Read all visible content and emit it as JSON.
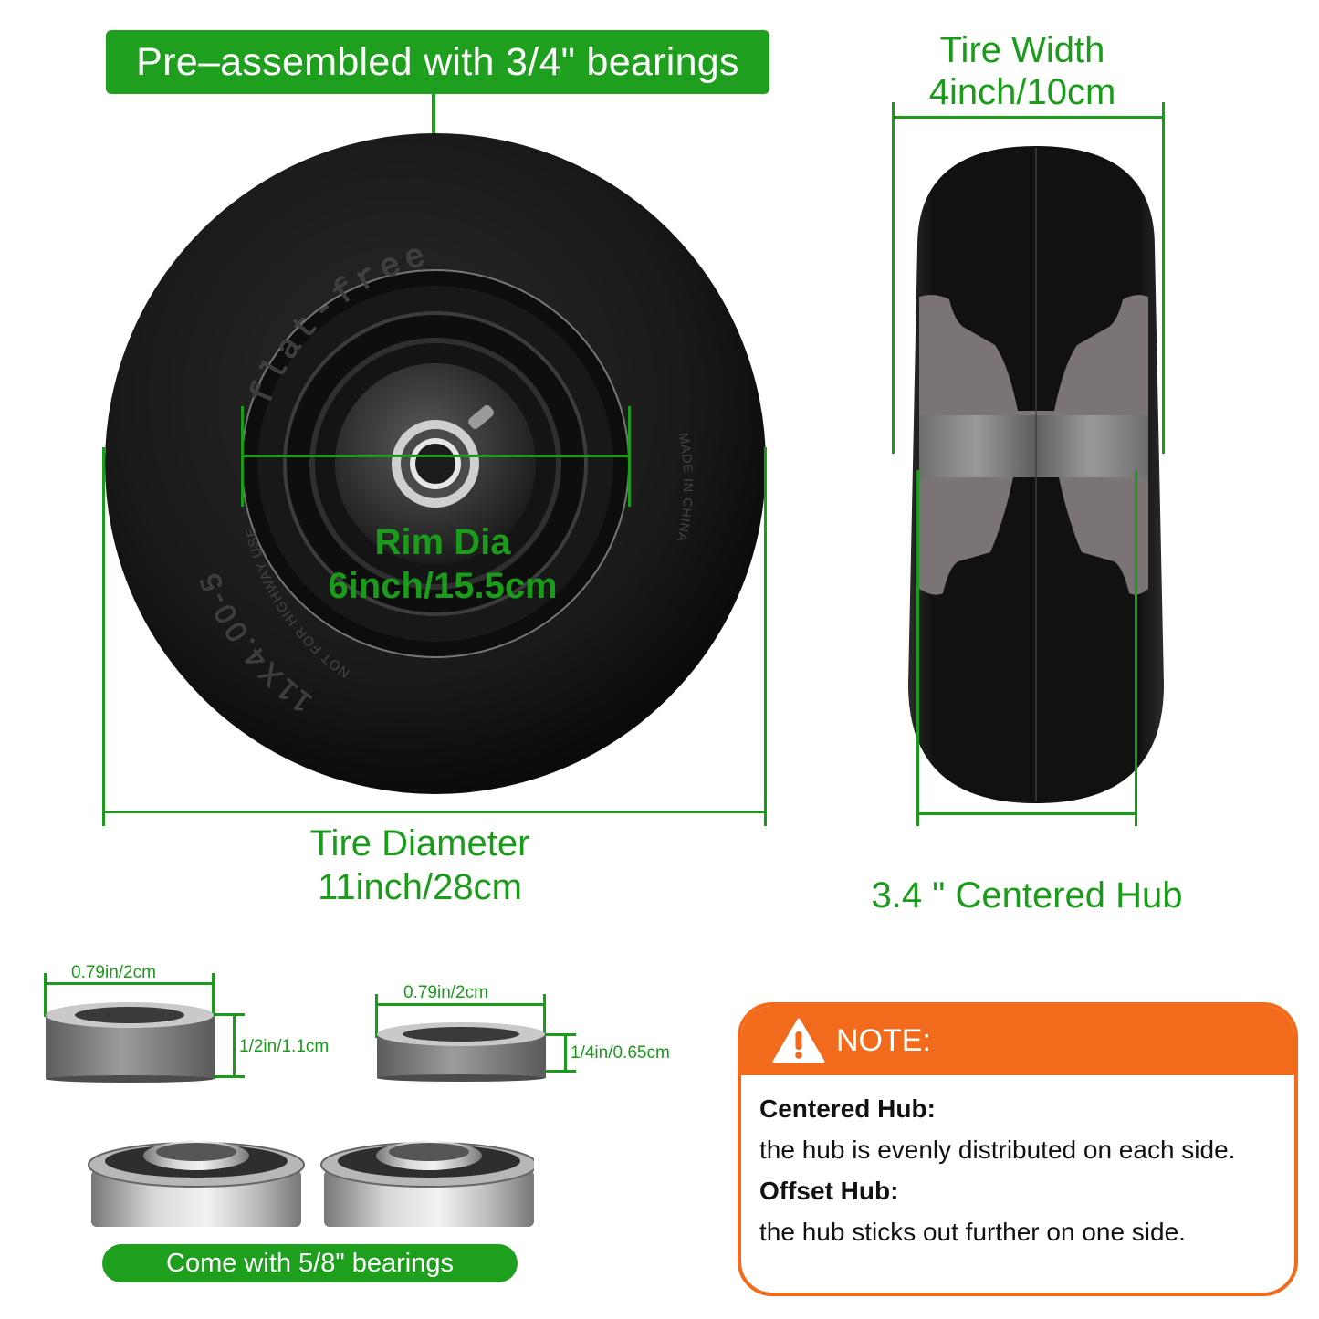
{
  "banner": {
    "text": "Pre–assembled with 3/4\" bearings"
  },
  "front_tire": {
    "sidewall_text_top": "flat-free",
    "sidewall_text_left": "11X4.00-5",
    "sidewall_text_left_small": "NOT FOR HIGHWAY USE",
    "sidewall_text_right": "MADE IN CHINA",
    "rim_label_line1": "Rim Dia",
    "rim_label_line2": "6inch/15.5cm",
    "diameter_label_line1": "Tire Diameter",
    "diameter_label_line2": "11inch/28cm"
  },
  "side_tire": {
    "width_label_line1": "Tire Width",
    "width_label_line2": "4inch/10cm",
    "hub_label": "3.4 \" Centered Hub"
  },
  "spacers": [
    {
      "width_label": "0.79in/2cm",
      "height_label": "1/2in/1.1cm"
    },
    {
      "width_label": "0.79in/2cm",
      "height_label": "1/4in/0.65cm"
    }
  ],
  "bearings": {
    "label": "Come with 5/8\" bearings",
    "count": 2
  },
  "note": {
    "title": "NOTE:",
    "icon": "warning-triangle-icon",
    "items": [
      {
        "heading": "Centered Hub:",
        "text": "the hub is evenly distributed on each side."
      },
      {
        "heading": "Offset Hub:",
        "text": "the hub sticks out further on one side."
      }
    ]
  },
  "colors": {
    "accent_green": "#1ea01e",
    "dimension_green": "#1a9b1a",
    "note_orange": "#f26a1b",
    "tire_black": "#141414",
    "metal_gray": "#8a8a8a"
  }
}
